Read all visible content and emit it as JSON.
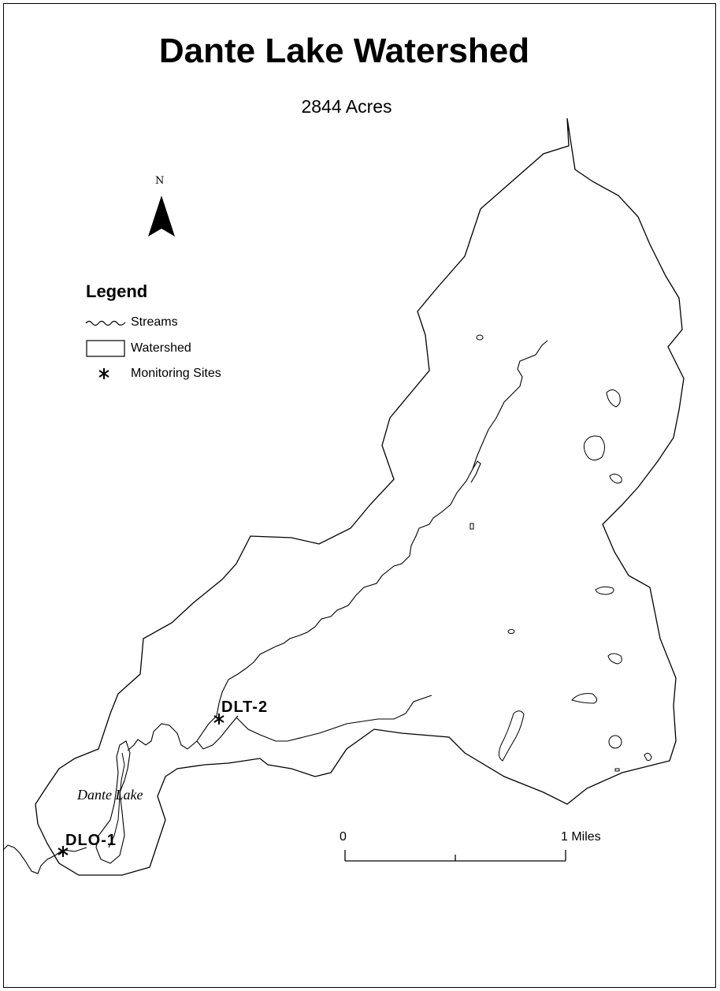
{
  "map": {
    "title": "Dante Lake Watershed",
    "subtitle": "2844 Acres",
    "north_label": "N",
    "lake_label": "Dante Lake",
    "sites": [
      {
        "id": "DLT-2"
      },
      {
        "id": "DLO-1"
      }
    ]
  },
  "legend": {
    "title": "Legend",
    "items": [
      {
        "label": "Streams",
        "icon": "stream-line-icon"
      },
      {
        "label": "Watershed",
        "icon": "watershed-box-icon"
      },
      {
        "label": "Monitoring Sites",
        "icon": "asterisk-icon"
      }
    ]
  },
  "scale_bar": {
    "start_label": "0",
    "end_label": "1 Miles"
  },
  "colors": {
    "line": "#000000",
    "background": "#ffffff"
  }
}
